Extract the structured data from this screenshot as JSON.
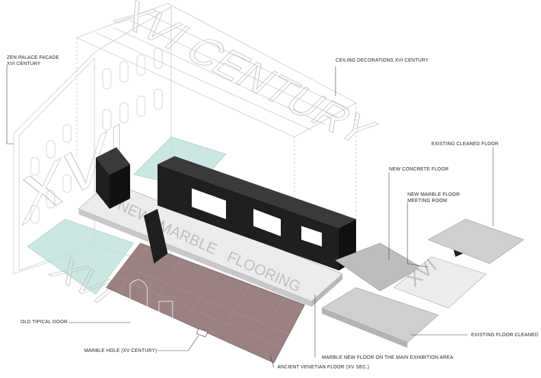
{
  "labels": {
    "facade_line1": "ZEN PALACE FACADE",
    "facade_line2": "XVI CENTURY",
    "ceiling": "CEILING DECORATIONS XVI CENTURY",
    "existing_cleaned": "EXISTING CLEANED FLOOR",
    "concrete": "NEW CONCRETE FLOOR",
    "meeting_line1": "NEW MARBLE FLOOR",
    "meeting_line2": "MEETING ROOM",
    "door": "OLD TIPICAL DOOR",
    "marble_hole": "MARBLE HOLE (XV CENTURY)",
    "marble_new": "MARBLE NEW FLOOR ON THE MAIN EXHIBITION AREA",
    "ancient": "ANCIENT VENETIAN FLOOR (XV SEC.)",
    "existing_floor_cleaned": "EXISTING FLOOR CLEANED"
  },
  "drawn_text": {
    "ceiling_title": "XVI CENTURY",
    "facade_watermark": "XVI",
    "floor_watermark": "XVI",
    "marble_words": [
      "NEW",
      "MARBLE",
      "FLOORING"
    ],
    "meeting_watermark": "XVI"
  },
  "colors": {
    "ink": "#222222",
    "wire": "#c9c9c9",
    "black_volume": "#1f1f1f",
    "marble": "#ececec",
    "teal_floor": "#bfe1dc",
    "ancient_floor": "#8f7474",
    "concrete": "#bdbdbd",
    "cleaned": "#cfcfcf"
  }
}
